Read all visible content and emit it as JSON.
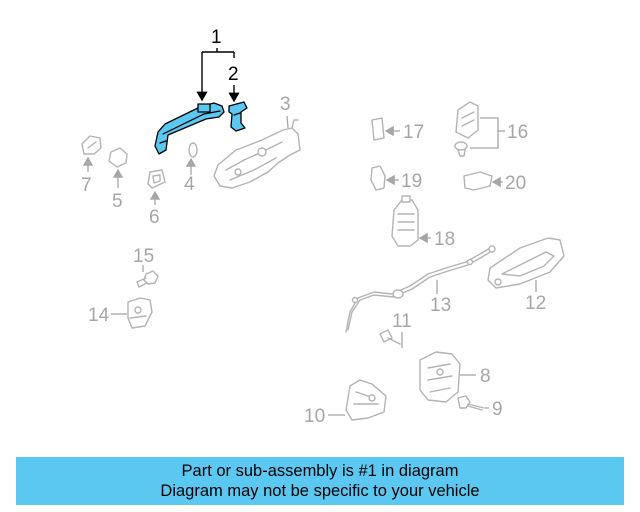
{
  "callouts": {
    "c1": "1",
    "c2": "2",
    "c3": "3",
    "c4": "4",
    "c5": "5",
    "c6": "6",
    "c7": "7",
    "c8": "8",
    "c9": "9",
    "c10": "10",
    "c11": "11",
    "c12": "12",
    "c13": "13",
    "c14": "14",
    "c15": "15",
    "c16": "16",
    "c17": "17",
    "c18": "18",
    "c19": "19",
    "c20": "20"
  },
  "highlighted_parts": [
    "1",
    "2"
  ],
  "colors": {
    "highlight": "#5bc8f2",
    "part_outline": "#b3b3b3",
    "callout_gray": "#a6a6a6",
    "banner_bg": "#5bc8f2"
  },
  "banner": {
    "line1": "Part or sub-assembly is #1 in diagram",
    "line2": "Diagram may not be specific to your vehicle"
  }
}
